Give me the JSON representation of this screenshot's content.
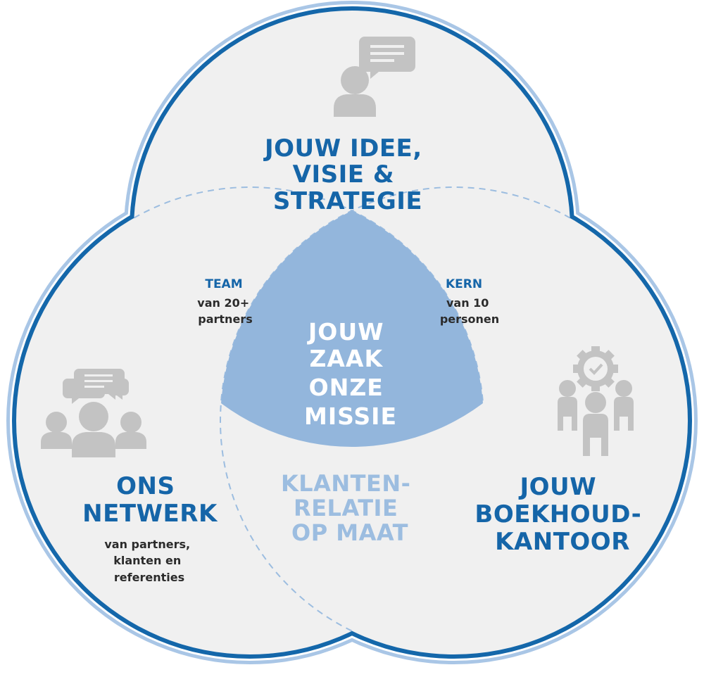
{
  "colors": {
    "outer_light": "#a9c6e6",
    "outer_dark": "#1467aa",
    "circle_fill": "#f0f0f0",
    "core_fill": "#93b6dc",
    "dashed": "#9cbde0",
    "icon": "#c3c3c3",
    "heading": "#1565a8",
    "body_text": "#2b2b2b"
  },
  "top_circle": {
    "icon": "person-speech-bubble-icon",
    "title_lines": [
      "JOUW IDEE,",
      "VISIE &",
      "STRATEGIE"
    ]
  },
  "left_circle": {
    "icon": "group-chat-icon",
    "title_lines": [
      "ONS",
      "NETWERK"
    ],
    "subtitle_lines": [
      "van partners,",
      "klanten en",
      "referenties"
    ]
  },
  "right_circle": {
    "icon": "team-gear-icon",
    "title_lines": [
      "JOUW",
      "BOEKHOUD-",
      "KANTOOR"
    ]
  },
  "overlap_top_left": {
    "title": "TEAM",
    "lines": [
      "van 20+",
      "partners"
    ]
  },
  "overlap_top_right": {
    "title": "KERN",
    "lines": [
      "van 10",
      "personen"
    ]
  },
  "overlap_bottom": {
    "lines": [
      "KLANTEN-",
      "RELATIE",
      "OP MAAT"
    ]
  },
  "center": {
    "lines": [
      "JOUW",
      "ZAAK",
      "ONZE",
      "MISSIE"
    ]
  }
}
